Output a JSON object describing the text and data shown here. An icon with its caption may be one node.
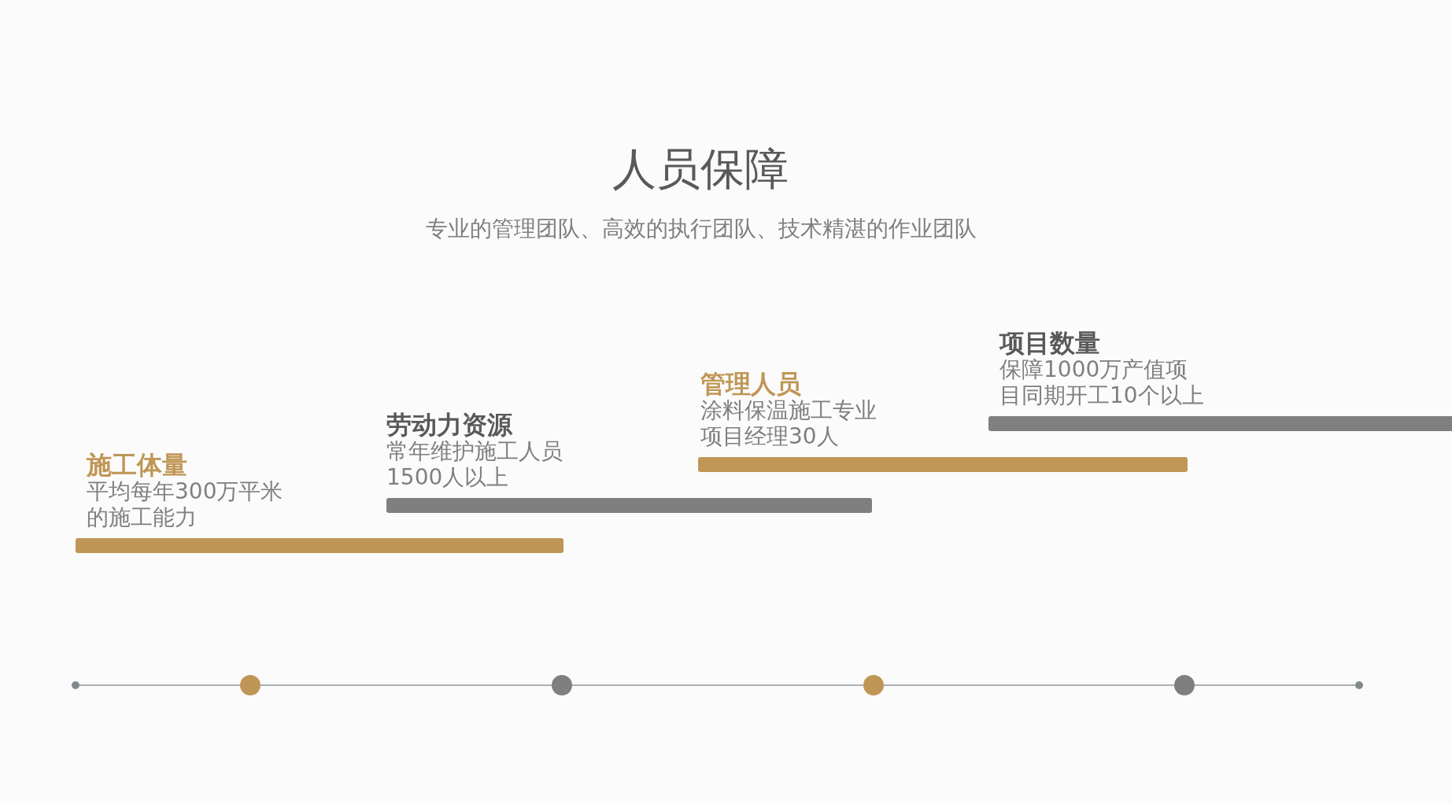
{
  "diagram": {
    "title": "人员保障",
    "nodes": [
      {
        "text": [
          "施工体量",
          "平均每年300万平米的施工能力"
        ]
      },
      {
        "text": [
          "劳动力资源",
          "常年维护施工人员1500人以上"
        ]
      },
      {
        "text": [
          "管理人员",
          "涂料保温施工专业项目经理30人"
        ]
      },
      {
        "text": [
          "项目数量",
          "保障1000万产值项目同期开工10个以上"
        ]
      },
      {
        "text": [],
        "shape": "circle"
      },
      {
        "text": [],
        "shape": "circle"
      },
      {
        "text": [],
        "shape": "circle"
      },
      {
        "text": [],
        "shape": "circle"
      },
      {
        "text": [],
        "shape": "circle"
      },
      {
        "text": [],
        "shape": "circle"
      }
    ],
    "edges": [
      {
        "from": 4,
        "to": 5,
        "arrow": "none"
      },
      {
        "from": 5,
        "to": 6,
        "arrow": "none"
      },
      {
        "from": 6,
        "to": 7,
        "arrow": "none"
      },
      {
        "from": 7,
        "to": 8,
        "arrow": "none"
      },
      {
        "from": 8,
        "to": 9,
        "arrow": "none"
      }
    ],
    "labels": [
      "专业的管理团队、高效的执行团队、技术精湛的作业团队"
    ]
  }
}
